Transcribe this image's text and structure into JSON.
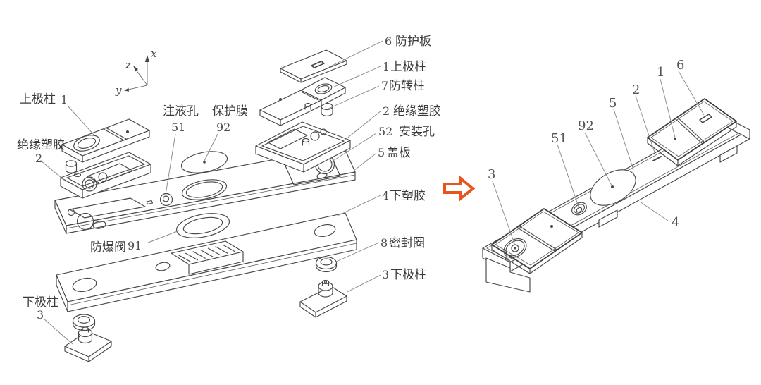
{
  "figure": {
    "type": "patent-exploded-assembly-diagram",
    "colors": {
      "background": "#ffffff",
      "line": "#474747",
      "leader": "#8a8a8a",
      "label": "#3a3a3a",
      "arrow": "#e8531e"
    },
    "axes": {
      "x": "x",
      "y": "y",
      "z": "z"
    },
    "exploded_labels": {
      "upper_pole_left": {
        "text": "上极柱",
        "num": "1"
      },
      "insulating_left": {
        "text": "绝缘塑胶",
        "num": "2"
      },
      "fill_hole": {
        "text": "注液孔",
        "num": "51"
      },
      "protective_film": {
        "text": "保护膜",
        "num": "92"
      },
      "burst_valve": {
        "text": "防爆阀",
        "num": "91"
      },
      "lower_pole_left": {
        "text": "下极柱",
        "num": "3"
      },
      "shield_plate": {
        "num": "6",
        "text": "防护板"
      },
      "upper_pole": {
        "num": "1",
        "text": "上极柱"
      },
      "anti_rotation_post": {
        "num": "7",
        "text": "防转柱"
      },
      "insulating_plastic": {
        "num": "2",
        "text": "绝缘塑胶"
      },
      "mounting_hole": {
        "num": "52",
        "text": "安装孔"
      },
      "cover_plate": {
        "num": "5",
        "text": "盖板"
      },
      "lower_plastic": {
        "num": "4",
        "text": "下塑胶"
      },
      "seal_ring": {
        "num": "8",
        "text": "密封圈"
      },
      "lower_pole": {
        "num": "3",
        "text": "下极柱"
      }
    },
    "assembled_callouts": {
      "n3": "3",
      "n51": "51",
      "n92": "92",
      "n5": "5",
      "n2": "2",
      "n1": "1",
      "n6": "6",
      "n4": "4"
    }
  }
}
